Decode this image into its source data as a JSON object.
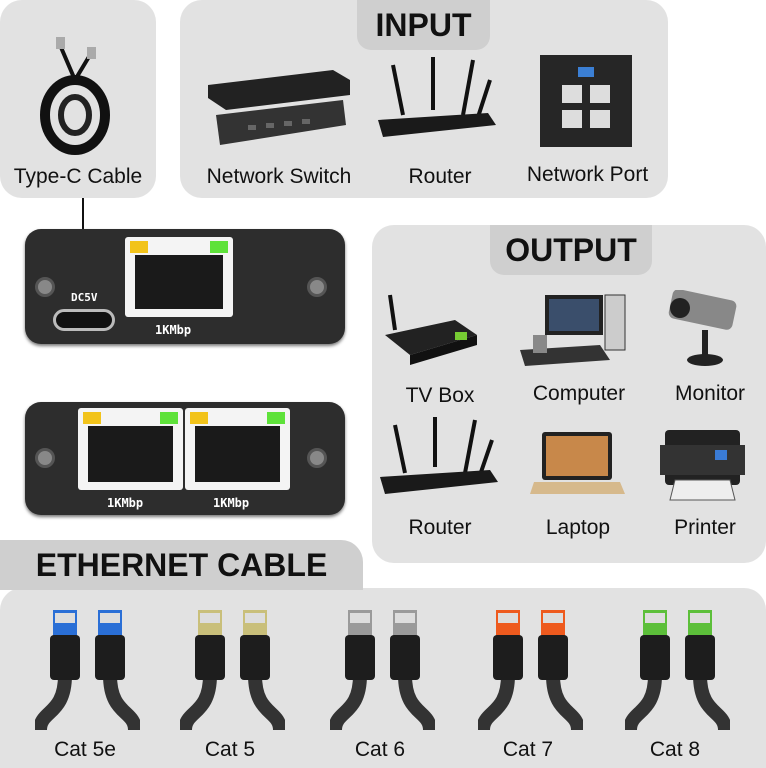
{
  "type_c": {
    "label": "Type-C Cable"
  },
  "input": {
    "title": "INPUT",
    "items": [
      {
        "label": "Network Switch"
      },
      {
        "label": "Router"
      },
      {
        "label": "Network Port"
      }
    ]
  },
  "device": {
    "power_label": "DC5V",
    "speed_label": "1KMbp"
  },
  "output": {
    "title": "OUTPUT",
    "items": [
      {
        "label": "TV Box"
      },
      {
        "label": "Computer"
      },
      {
        "label": "Monitor"
      },
      {
        "label": "Router"
      },
      {
        "label": "Laptop"
      },
      {
        "label": "Printer"
      }
    ]
  },
  "ethernet": {
    "title": "ETHERNET CABLE",
    "items": [
      {
        "label": "Cat 5e",
        "color": "#2a6fd6"
      },
      {
        "label": "Cat 5",
        "color": "#c9bf7a"
      },
      {
        "label": "Cat 6",
        "color": "#9a9a9a"
      },
      {
        "label": "Cat 7",
        "color": "#ee5a1e"
      },
      {
        "label": "Cat 8",
        "color": "#5cbf3a"
      }
    ]
  },
  "colors": {
    "panel": "#e2e2e2",
    "tab": "#cfcfcf",
    "device": "#2d2d2d"
  }
}
